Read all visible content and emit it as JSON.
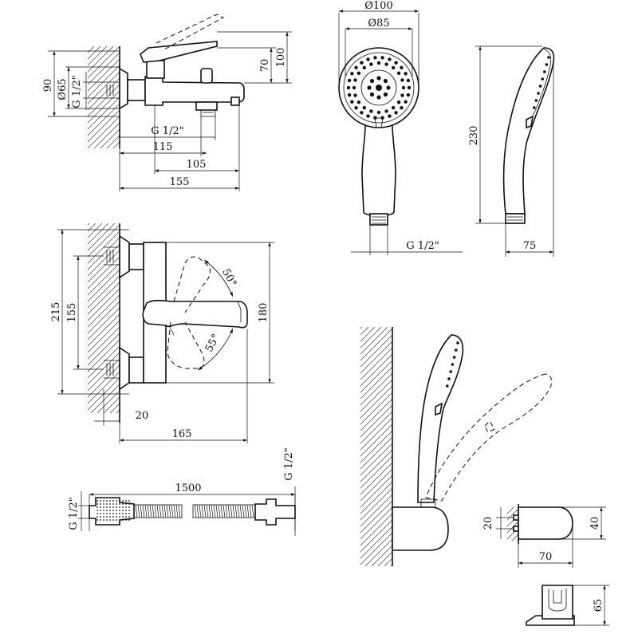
{
  "side_view": {
    "dims": {
      "d90": "90",
      "d65": "Ø65",
      "g12_left": "G 1/2\"",
      "g12_bottom": "G 1/2\"",
      "d115": "115",
      "d105": "105",
      "d155": "155",
      "d70": "70",
      "d100": "100"
    }
  },
  "shower_head_front": {
    "dims": {
      "d100": "Ø100",
      "d85": "Ø85",
      "g12": "G 1/2\""
    }
  },
  "shower_head_side": {
    "dims": {
      "d230": "230",
      "d75": "75"
    }
  },
  "top_view": {
    "dims": {
      "d215": "215",
      "d155": "155",
      "d180": "180",
      "d20": "20",
      "d165": "165",
      "a50": "50°",
      "a55": "55°"
    }
  },
  "hose": {
    "dims": {
      "d1500": "1500",
      "g12_left": "G 1/2\"",
      "g12_right": "G 1/2\""
    }
  },
  "holder_side": {
    "dims": {
      "d20": "20",
      "d40": "40",
      "d70": "70"
    }
  },
  "holder_front": {
    "dims": {
      "d65": "65"
    }
  }
}
